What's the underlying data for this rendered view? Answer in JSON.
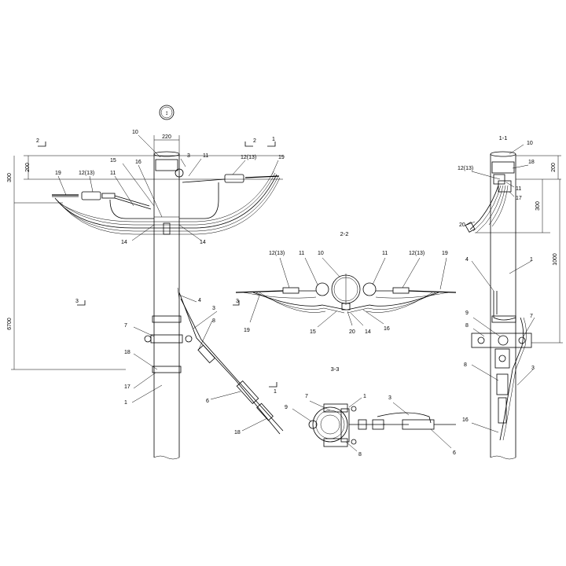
{
  "symbol": "↕",
  "views": {
    "main": {
      "dims": {
        "width": "220",
        "top": "200",
        "spacing": "300",
        "height": "6700"
      },
      "cuts": {
        "c2": "2",
        "c1": "1",
        "c3": "3"
      },
      "labels": {
        "l10": "10",
        "l3": "3",
        "l11a": "11",
        "l12": "12(13)",
        "l19r": "19",
        "l19l": "19",
        "l12l": "12(13)",
        "l11l": "11",
        "l15": "15",
        "l16": "16",
        "l14a": "14",
        "l14b": "14",
        "l4": "4",
        "l3b": "3",
        "l7": "7",
        "l8": "8",
        "l18": "18",
        "l17": "17",
        "l1": "1",
        "l6": "6",
        "l18b": "18"
      }
    },
    "section_2_2": {
      "title": "2-2",
      "labels": {
        "l12l": "12(13)",
        "l11l": "11",
        "l10": "10",
        "l11r": "11",
        "l12r": "12(13)",
        "l19r": "19",
        "l19l": "19",
        "l15": "15",
        "l20": "20",
        "l14": "14",
        "l16": "16"
      }
    },
    "section_3_3": {
      "title": "3-3",
      "labels": {
        "l7": "7",
        "l1": "1",
        "l3": "3",
        "l9": "9",
        "l8": "8",
        "l6": "6"
      }
    },
    "section_1_1": {
      "title": "1-1",
      "dims": {
        "top": "200",
        "mid": "300",
        "long": "1000"
      },
      "labels": {
        "l10": "10",
        "l18": "18",
        "l12": "12(13)",
        "l11": "11",
        "l17": "17",
        "l20": "20",
        "l4": "4",
        "l1": "1",
        "l9": "9",
        "l7": "7",
        "l8a": "8",
        "l8b": "8",
        "l3": "3",
        "l16": "16"
      }
    }
  }
}
